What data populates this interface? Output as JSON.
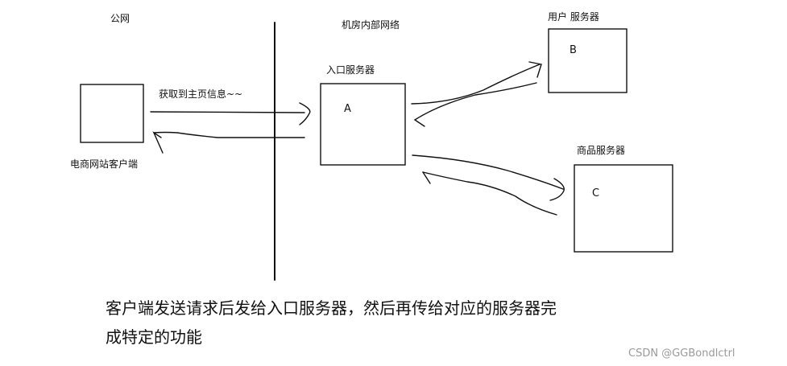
{
  "zones": {
    "public": "公网",
    "internal": "机房内部网络"
  },
  "nodes": {
    "client": {
      "label": "电商网站客户端"
    },
    "entry": {
      "label": "入口服务器",
      "letter": "A"
    },
    "user": {
      "label": "用户 服务器",
      "letter": "B"
    },
    "product": {
      "label": "商品服务器",
      "letter": "C"
    }
  },
  "edge_label": "获取到主页信息~~",
  "caption": {
    "line1": "客户端发送请求后发给入口服务器，然后再传给对应的服务器完",
    "line2": "成特定的功能"
  },
  "watermark": "CSDN @GGBondlctrl",
  "colors": {
    "stroke": "#111111"
  }
}
